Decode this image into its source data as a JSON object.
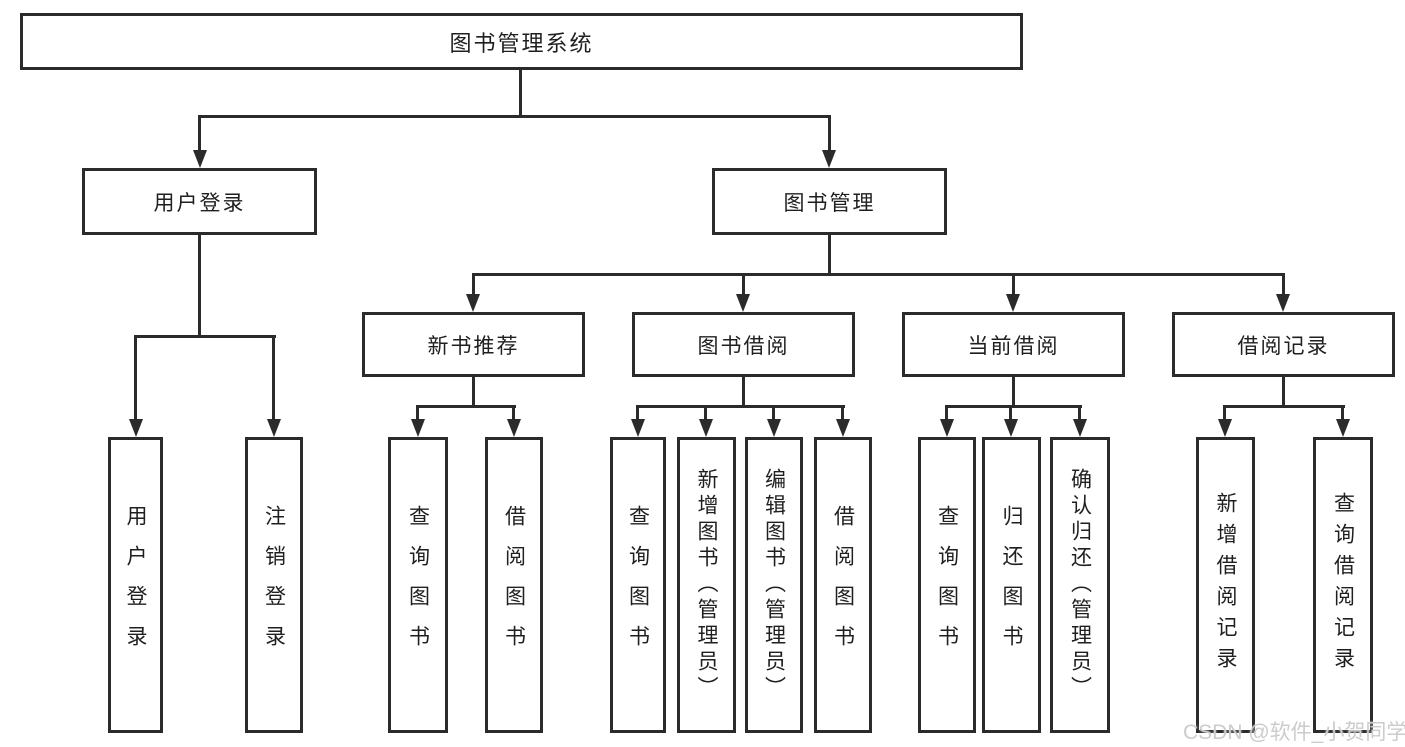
{
  "diagram": {
    "root": {
      "label": "图书管理系统"
    },
    "level2": {
      "user_login": {
        "label": "用户登录"
      },
      "book_mgmt": {
        "label": "图书管理"
      }
    },
    "level3": {
      "new_book": {
        "label": "新书推荐"
      },
      "book_borrow": {
        "label": "图书借阅"
      },
      "current_borrow": {
        "label": "当前借阅"
      },
      "borrow_record": {
        "label": "借阅记录"
      }
    },
    "leaves": {
      "user_login_1": {
        "label": "用户登录"
      },
      "user_login_2": {
        "label": "注销登录"
      },
      "new_book_1": {
        "label": "查询图书"
      },
      "new_book_2": {
        "label": "借阅图书"
      },
      "book_borrow_1": {
        "label": "查询图书"
      },
      "book_borrow_2": {
        "label": "新增图书（管理员）"
      },
      "book_borrow_3": {
        "label": "编辑图书（管理员）"
      },
      "book_borrow_4": {
        "label": "借阅图书"
      },
      "current_borrow_1": {
        "label": "查询图书"
      },
      "current_borrow_2": {
        "label": "归还图书"
      },
      "current_borrow_3": {
        "label": "确认归还（管理员）"
      },
      "borrow_record_1": {
        "label": "新增借阅记录"
      },
      "borrow_record_2": {
        "label": "查询借阅记录"
      }
    }
  },
  "watermark": {
    "text": "CSDN @软件_小贺同学"
  },
  "colors": {
    "line": "#2b2b2b",
    "text": "#1f1f1f",
    "box_background": "#ffffff",
    "page_background": "#ffffff",
    "watermark": "#cccccc"
  }
}
